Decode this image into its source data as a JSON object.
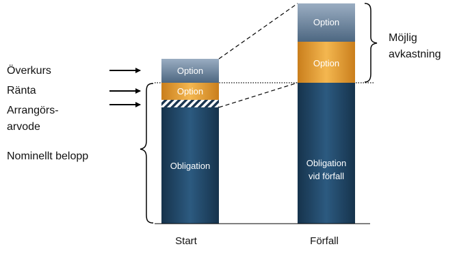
{
  "left_labels": {
    "overkurs": "Överkurs",
    "ranta": "Ränta",
    "arrangor_line1": "Arrangörs-",
    "arrangor_line2": "arvode",
    "nominellt": "Nominellt belopp"
  },
  "start_bar": {
    "option_top": "Option",
    "option_mid": "Option",
    "obligation": "Obligation"
  },
  "end_bar": {
    "option_top": "Option",
    "option_mid": "Option",
    "obligation_line1": "Obligation",
    "obligation_line2": "vid förfall"
  },
  "right_label": {
    "line1": "Möjlig",
    "line2": "avkastning"
  },
  "x_labels": {
    "start": "Start",
    "end": "Förfall"
  },
  "colors": {
    "navy": "#1f4868",
    "orange": "#e8a13a",
    "slate": "#6f86a0",
    "black": "#000000"
  }
}
